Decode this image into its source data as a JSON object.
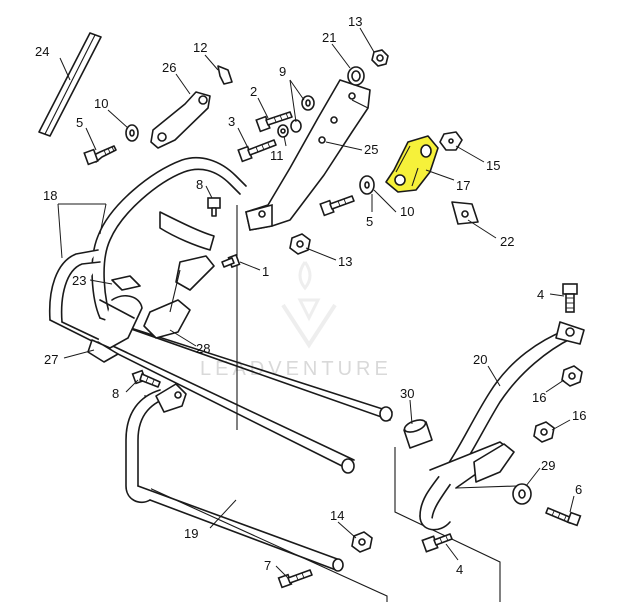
{
  "watermark": {
    "text": "LEADVENTURE"
  },
  "colors": {
    "highlight": "#f6f13a",
    "line": "#1a1a1a",
    "watermark": "#d9d9d9"
  },
  "callouts": {
    "c1": "1",
    "c2": "2",
    "c3": "3",
    "c4a": "4",
    "c4b": "4",
    "c5a": "5",
    "c5b": "5",
    "c6": "6",
    "c7": "7",
    "c8a": "8",
    "c8b": "8",
    "c9": "9",
    "c10a": "10",
    "c10b": "10",
    "c11": "11",
    "c12": "12",
    "c13a": "13",
    "c13b": "13",
    "c14": "14",
    "c15": "15",
    "c16a": "16",
    "c16b": "16",
    "c17": "17",
    "c18": "18",
    "c19": "19",
    "c20": "20",
    "c21": "21",
    "c22": "22",
    "c23": "23",
    "c24": "24",
    "c25": "25",
    "c26": "26",
    "c27": "27",
    "c28": "28",
    "c29": "29",
    "c30": "30"
  },
  "highlighted_part": "17"
}
